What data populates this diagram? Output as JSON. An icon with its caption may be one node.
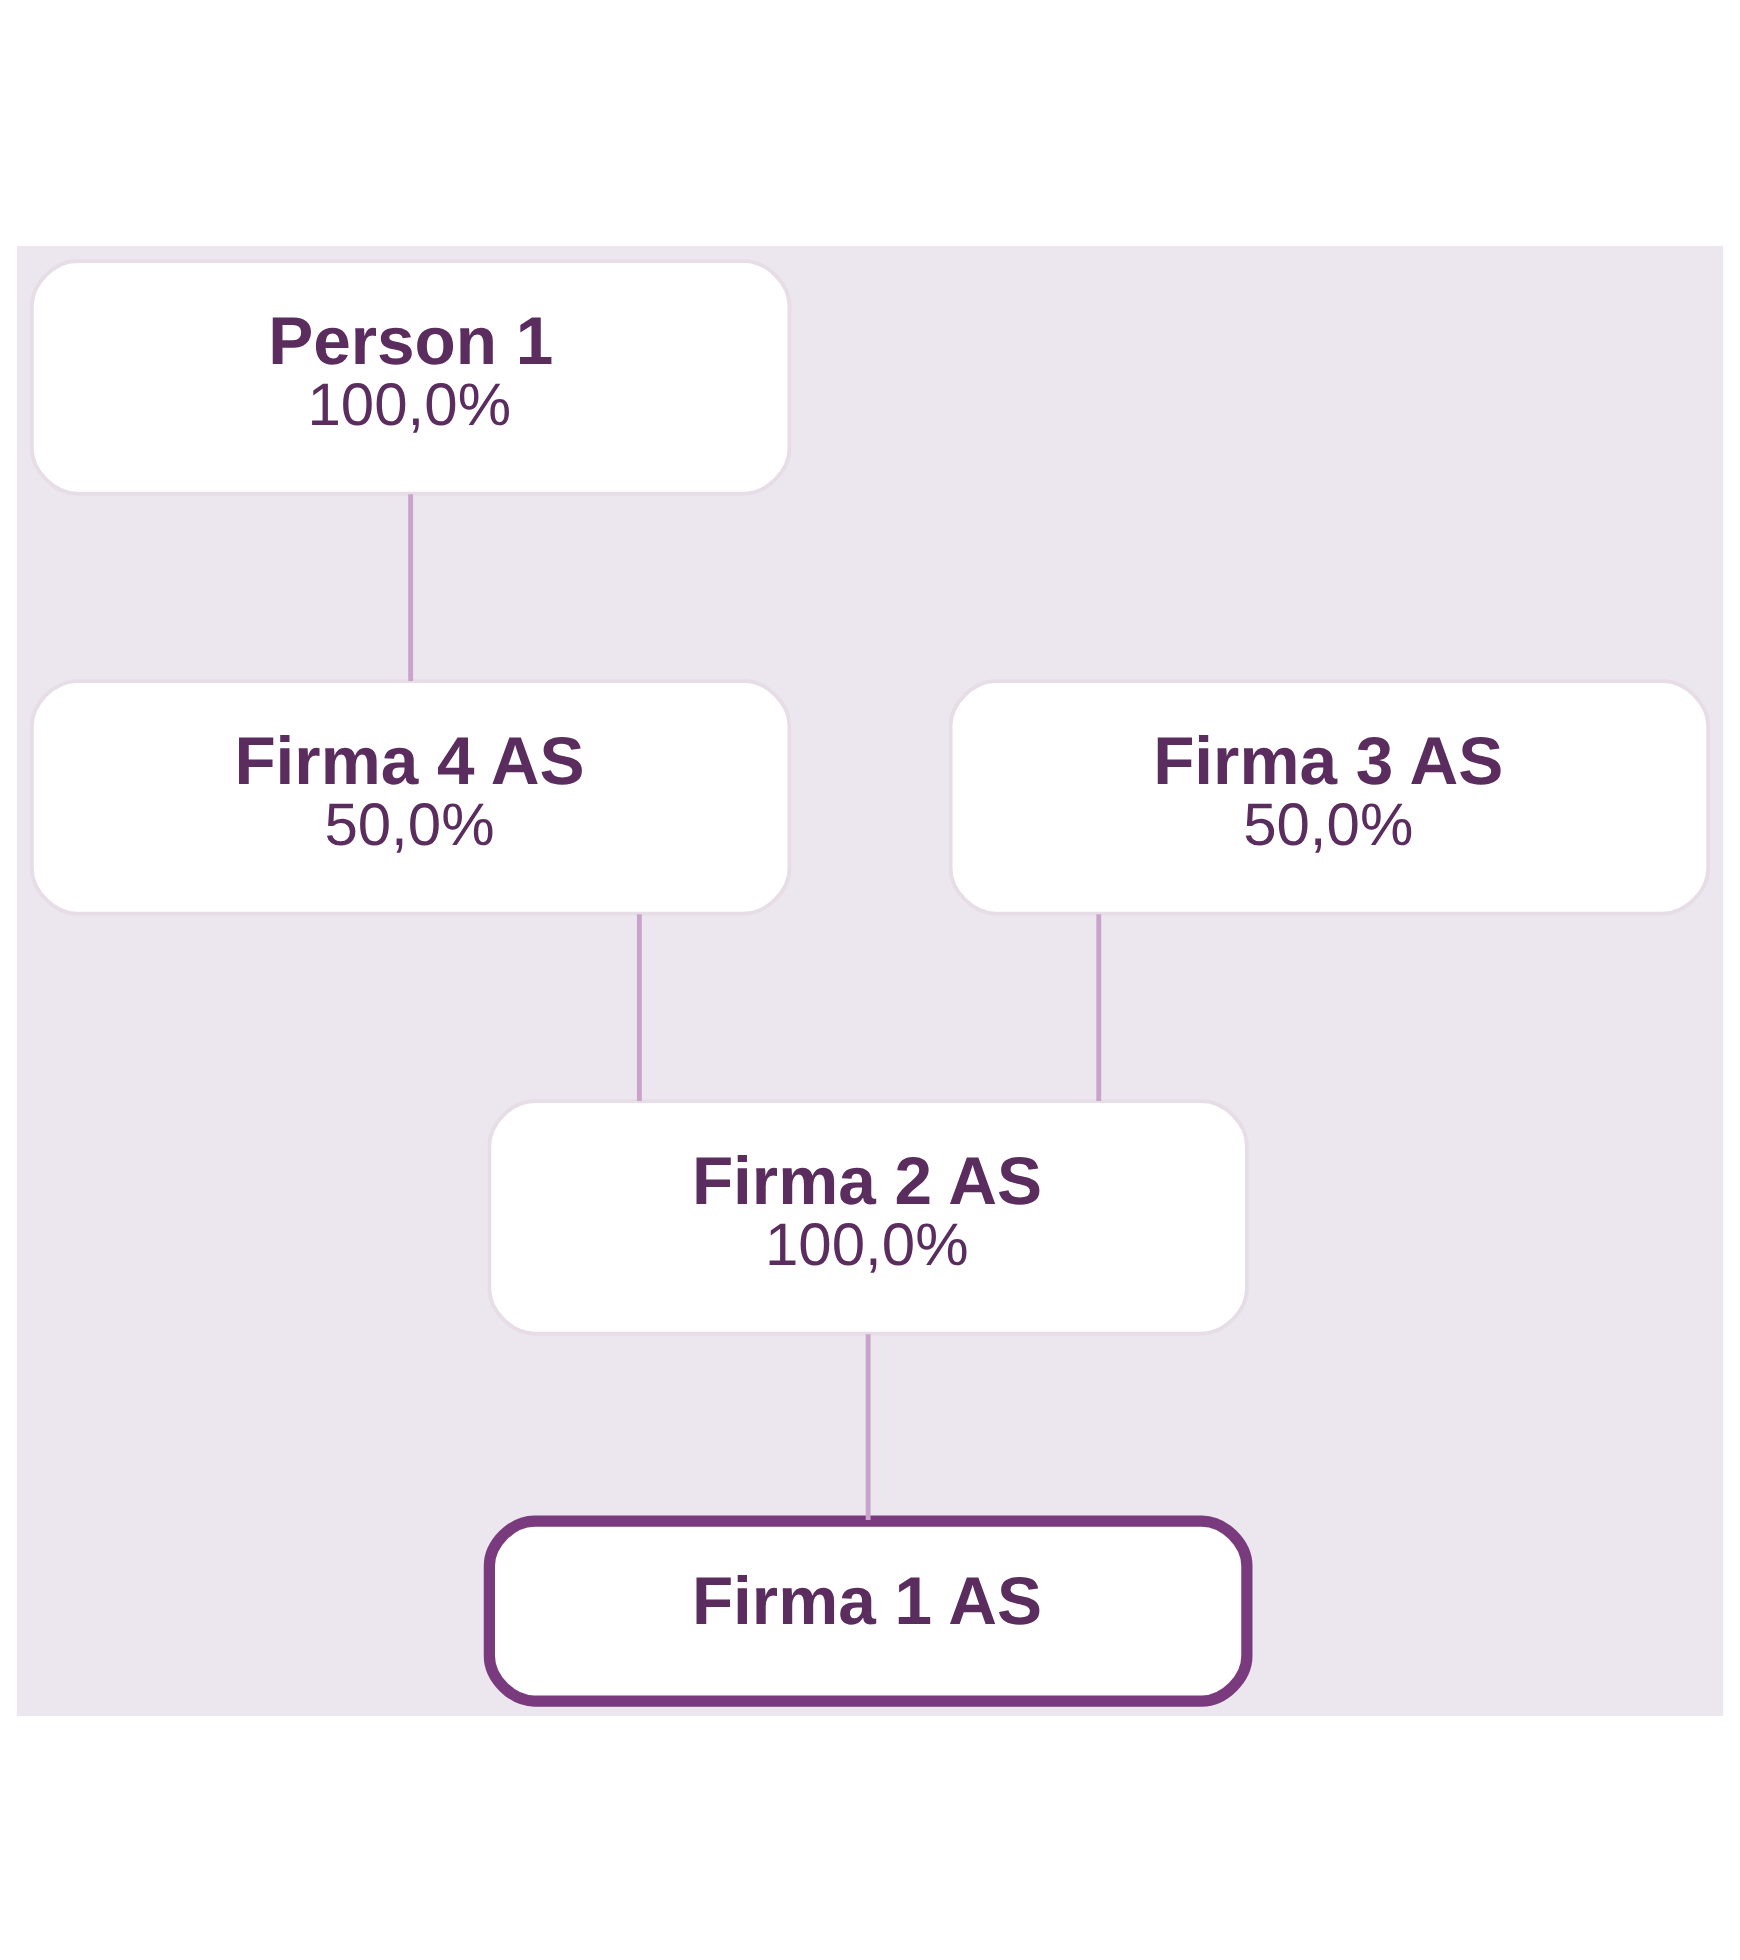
{
  "diagram": {
    "nodes": [
      {
        "text": [
          "Person 1",
          "100,0%"
        ]
      },
      {
        "text": [
          "Firma 3 AS",
          "50,0%"
        ]
      },
      {
        "text": [
          "Firma 4 AS",
          "50,0%"
        ]
      },
      {
        "text": [
          "Firma 2 AS",
          "100,0%"
        ]
      },
      {
        "text": [
          "Firma 1 AS"
        ]
      }
    ],
    "edges": [
      {
        "from": 0,
        "to": 2,
        "arrow": "none"
      },
      {
        "from": 1,
        "to": 3,
        "arrow": "none"
      },
      {
        "from": 2,
        "to": 3,
        "arrow": "none"
      },
      {
        "from": 3,
        "to": 4,
        "arrow": "none"
      }
    ]
  }
}
